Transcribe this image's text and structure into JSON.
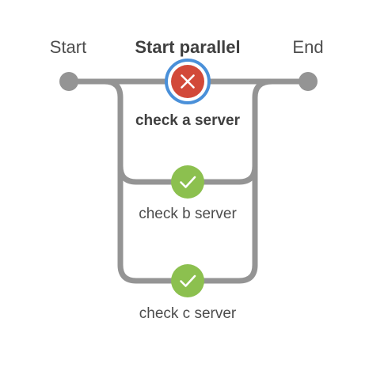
{
  "pipeline": {
    "stages": {
      "start": {
        "label": "Start"
      },
      "parallel": {
        "label": "Start parallel"
      },
      "end": {
        "label": "End"
      }
    },
    "branches": [
      {
        "label": "check a server",
        "status": "failed",
        "selected": true
      },
      {
        "label": "check b server",
        "status": "success",
        "selected": false
      },
      {
        "label": "check c server",
        "status": "success",
        "selected": false
      }
    ]
  },
  "colors": {
    "line": "#949494",
    "terminal": "#949494",
    "failed": "#d24939",
    "success": "#8cc04f",
    "selected_ring": "#4a90d9"
  },
  "icons": {
    "failed": "close-icon",
    "success": "checkmark-icon"
  }
}
